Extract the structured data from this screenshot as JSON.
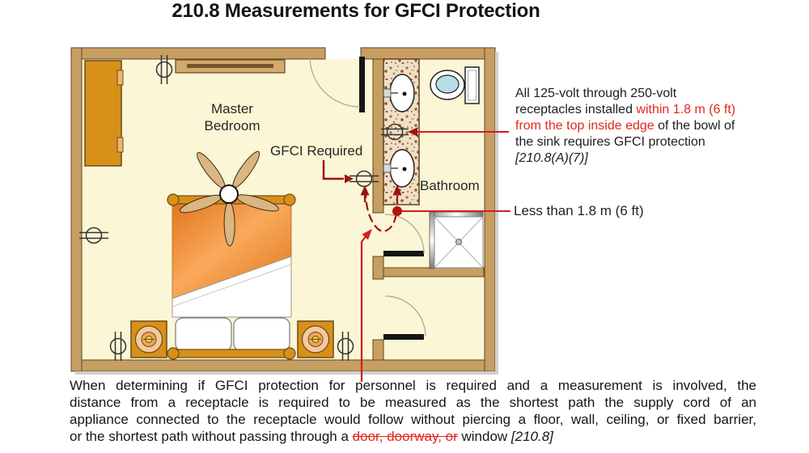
{
  "title": "210.8 Measurements for GFCI Protection",
  "plan_labels": {
    "master_bedroom": "Master\nBedroom",
    "gfci_required": "GFCI Required",
    "bathroom": "Bathroom"
  },
  "sink_note": {
    "l1": "All 125-volt through 250-volt",
    "l2a": "receptacles installed ",
    "l2b": "within 1.8 m (6 ft)",
    "l3a": "from the top inside edge",
    "l3b": " of the bowl of",
    "l4": "the sink requires GFCI protection",
    "l5": "[210.8(A)(7)]"
  },
  "measurement_label": "Less than 1.8 m (6 ft)",
  "footer": {
    "l1": "When determining if GFCI protection for personnel is required and a measurement is involved, the",
    "l2": "distance from a receptacle is required to be measured as the shortest path the supply cord of an",
    "l3": "appliance connected to the receptacle would follow without piercing a floor, wall, ceiling, or fixed barrier,",
    "l4a": "or the shortest path without passing through a ",
    "l4b": "door, doorway, or",
    "l4c": " window ",
    "l4d": "[210.8]"
  },
  "colors": {
    "red_accent": "#e42620",
    "leader_red": "#cf1f1f",
    "dark_red": "#9e1312",
    "wall_tan": "#c89f63",
    "floor_yellow": "#fbf6d5",
    "furniture_gold": "#d89018",
    "blanket_orange": "#e8822a",
    "toilet_water_blue": "#b9dde6"
  }
}
